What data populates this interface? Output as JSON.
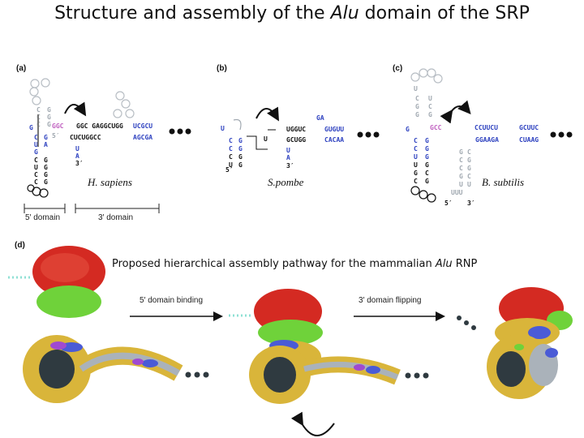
{
  "title": {
    "prefix": "Structure and assembly of the ",
    "italic": "Alu",
    "suffix": " domain of the SRP"
  },
  "panels": {
    "a": {
      "letter": "(a)",
      "species": "H. sapiens",
      "five_prime_domain": "5′ domain",
      "three_prime_domain": "3′ domain",
      "seq_top": "GGC  GAGGCUGG",
      "seq_top2": "UCGCU",
      "seq_bottom": "CUCUGGCC",
      "seq_bottom2": "AGCGA",
      "end5": "5′",
      "end3": "3′"
    },
    "b": {
      "letter": "(b)",
      "species": "S.pombe",
      "seq_top": "UGGUC",
      "seq_top2": "GUGUU",
      "seq_bottom": "GCUGG",
      "seq_bottom2": "CACAA",
      "end5": "5′",
      "end3": "3′"
    },
    "c": {
      "letter": "(c)",
      "species": "B. subtilis",
      "seq_top": "CCUUCU",
      "seq_top2": "GCUUC",
      "seq_bottom": "GGAAGA",
      "seq_bottom2": "CUAAG",
      "end5": "5′",
      "end3": "3′"
    },
    "d": {
      "letter": "(d)",
      "caption_prefix": "Proposed hierarchical assembly pathway for the mammalian ",
      "caption_italic": "Alu",
      "caption_suffix": " RNP",
      "step1": "5′ domain binding",
      "step2": "3′ domain flipping"
    }
  },
  "colors": {
    "protein_red": "#d42a22",
    "protein_green": "#6fd23a",
    "rna_gold": "#d9b53a",
    "rna_grey": "#aab2ba",
    "rna_dark": "#2f3a40",
    "accent_blue": "#4a5bd6",
    "accent_purple": "#a04ad0",
    "teal_dots": "#8fe0d4",
    "base_blue": "#2b3fbf",
    "base_pink": "#c060c0",
    "base_grey": "#a0a8b0"
  }
}
